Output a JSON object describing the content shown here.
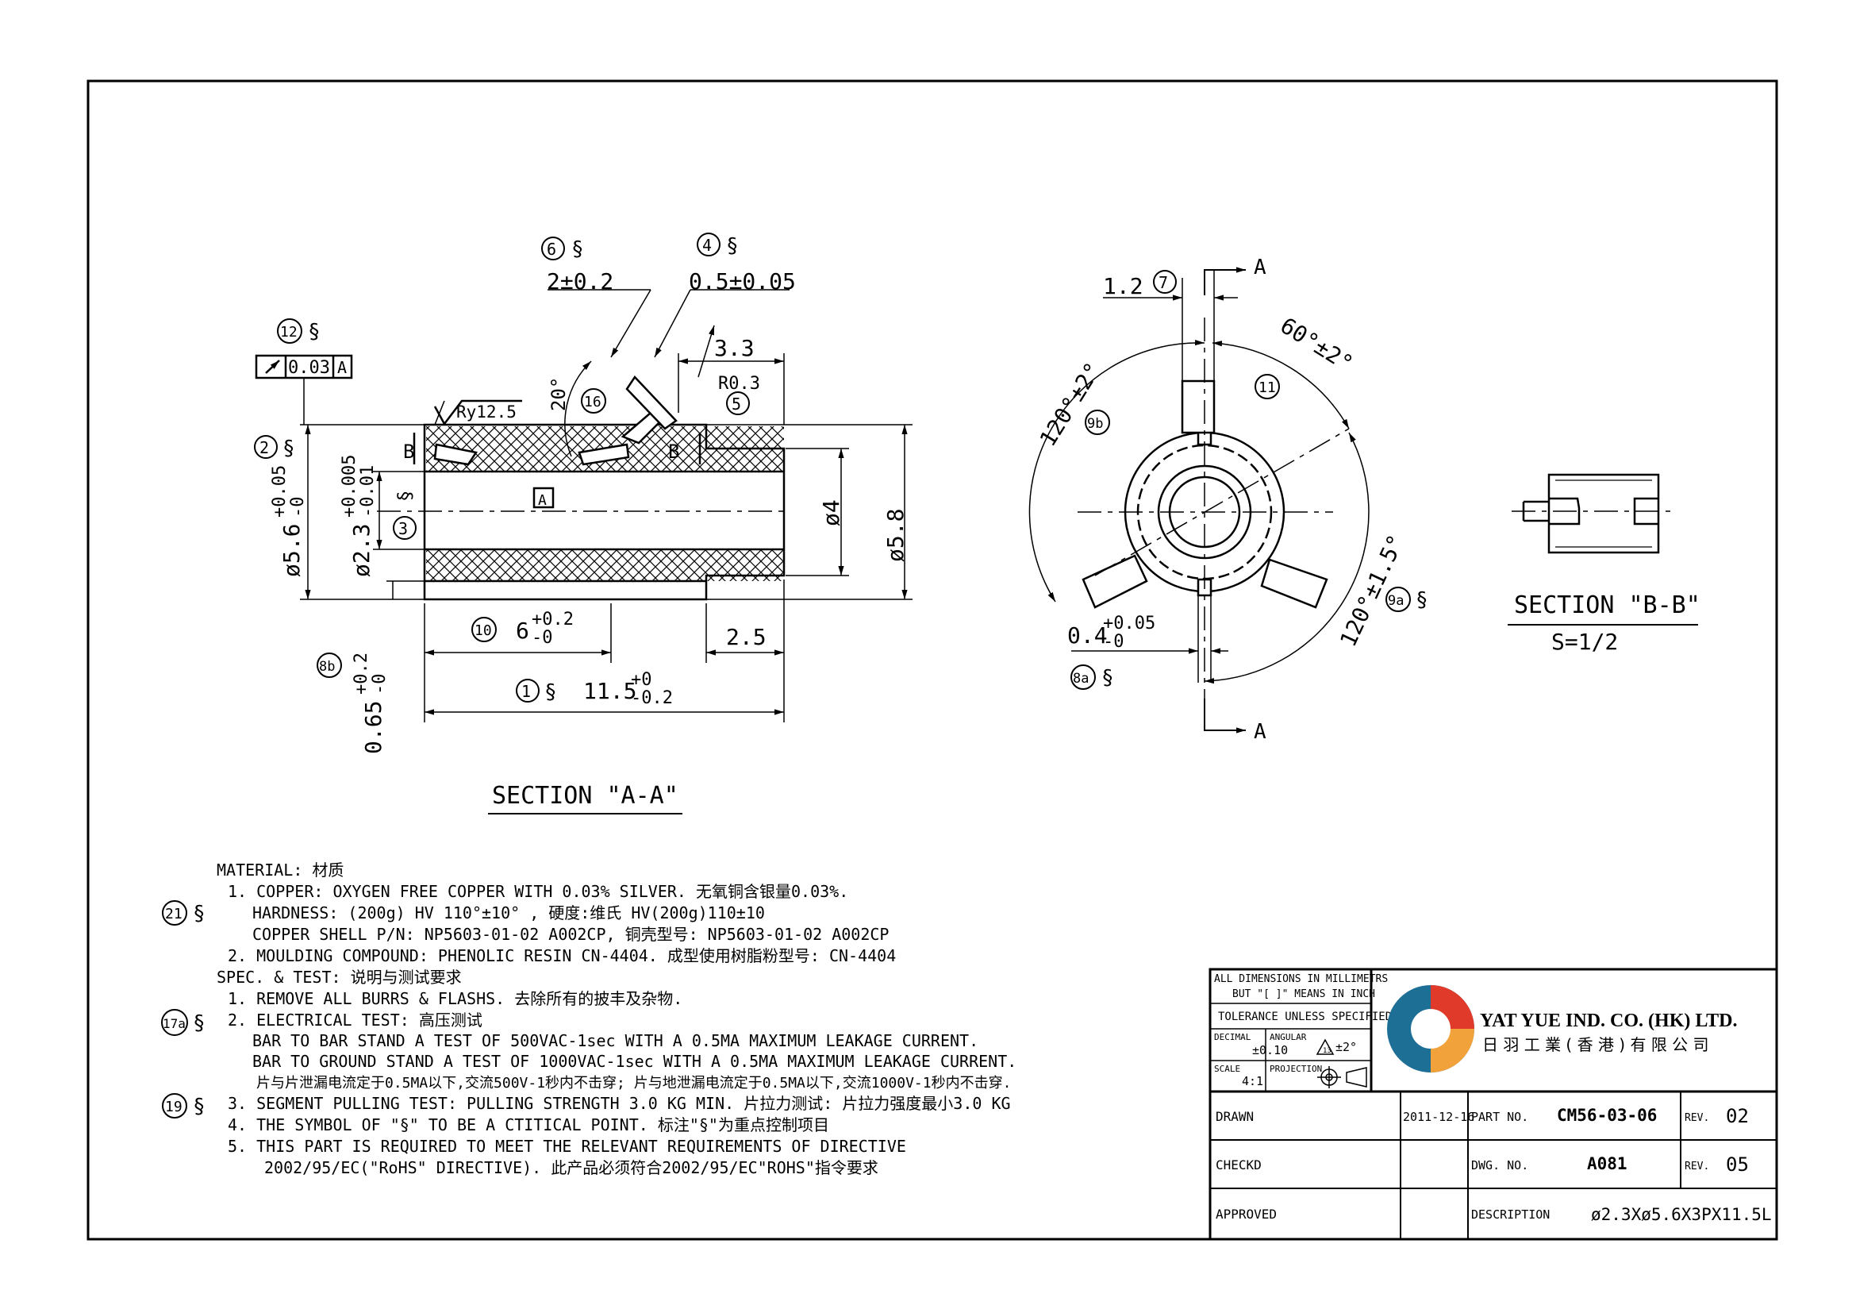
{
  "section_aa": {
    "title": "SECTION \"A-A\"",
    "dims": {
      "d_2": "2±0.2",
      "d_05": "0.5±0.05",
      "d_33": "3.3",
      "r03": "R0.3",
      "ang20": "20°",
      "ry": "Ry12.5",
      "runout_val": "0.03",
      "runout_ref": "A",
      "dia4": "ø4",
      "dia58": "ø5.8",
      "dia56": "ø5.6",
      "dia56_tol_up": "+0.05",
      "dia56_tol_lo": "-0",
      "dia23": "ø2.3",
      "dia23_tol_up": "+0.005",
      "dia23_tol_lo": "-0.01",
      "len6": "6",
      "len6_tol_up": "+0.2",
      "len6_tol_lo": "-0",
      "len25": "2.5",
      "len115": "11.5",
      "len115_tol_up": "+0",
      "len115_tol_lo": "-0.2",
      "d065": "0.65",
      "d065_tol_up": "+0.2",
      "d065_tol_lo": "-0",
      "datum": "A",
      "cut_b": "B"
    },
    "balloons": {
      "b6": "6",
      "b4": "4",
      "b12": "12",
      "b2": "2",
      "b3": "3",
      "b16": "16",
      "b5": "5",
      "b10": "10",
      "b1": "1",
      "b8b": "8b"
    },
    "critical": "§"
  },
  "end_view": {
    "dims": {
      "d12": "1.2",
      "a60": "60°±2°",
      "a120a": "120°±2°",
      "a120b": "120°±1.5°",
      "d04": "0.4",
      "d04_tol_up": "+0.05",
      "d04_tol_lo": "-0",
      "cut_a": "A"
    },
    "balloons": {
      "b7": "7",
      "b11": "11",
      "b9b": "9b",
      "b9a": "9a",
      "b8a": "8a"
    }
  },
  "section_bb": {
    "title": "SECTION \"B-B\"",
    "scale": "S=1/2"
  },
  "notes": {
    "lines": [
      "MATERIAL: 材质",
      "1. COPPER: OXYGEN FREE COPPER WITH 0.03% SILVER. 无氧铜含银量0.03%.",
      "HARDNESS: (200g) HV 110°±10° ,   硬度:维氏 HV(200g)110±10",
      "COPPER SHELL P/N: NP5603-01-02 A002CP,  铜壳型号: NP5603-01-02 A002CP",
      "2. MOULDING COMPOUND: PHENOLIC RESIN CN-4404. 成型使用树脂粉型号: CN-4404",
      "SPEC. & TEST: 说明与测试要求",
      "1. REMOVE ALL BURRS & FLASHS. 去除所有的披丰及杂物.",
      "2. ELECTRICAL TEST: 高压测试",
      "BAR TO BAR STAND A TEST OF 500VAC-1sec WITH A 0.5MA MAXIMUM LEAKAGE CURRENT.",
      "BAR TO GROUND STAND A TEST OF 1000VAC-1sec WITH A 0.5MA MAXIMUM LEAKAGE CURRENT.",
      "片与片泄漏电流定于0.5MA以下,交流500V-1秒内不击穿;     片与地泄漏电流定于0.5MA以下,交流1000V-1秒内不击穿.",
      "3. SEGMENT PULLING TEST:  PULLING STRENGTH 3.0 KG MIN. 片拉力测试: 片拉力强度最小3.0 KG",
      "4. THE SYMBOL OF \"§\" TO BE A CTITICAL POINT. 标注\"§\"为重点控制项目",
      "5. THIS PART IS REQUIRED TO MEET THE RELEVANT REQUIREMENTS OF DIRECTIVE",
      "2002/95/EC(\"RoHS\" DIRECTIVE).   此产品必须符合2002/95/EC\"ROHS\"指令要求"
    ],
    "balloons": {
      "b21": "21",
      "b17a": "17a",
      "b19": "19"
    }
  },
  "title_block": {
    "units_1": "ALL DIMENSIONS IN MILLIMETRS",
    "units_2": "BUT \"[ ]\" MEANS IN INCH",
    "tol_label": "TOLERANCE UNLESS SPECIFIED",
    "decimal_label": "DECIMAL",
    "decimal_val": "±0.10",
    "angular_label": "ANGULAR",
    "angular_val": "±2°",
    "scale_label": "SCALE",
    "scale_val": "4:1",
    "projection_label": "PROJECTION",
    "company": "YAT YUE IND. CO. (HK) LTD.",
    "company_cn": "日 羽 工 業 ( 香 港 ) 有 限 公 司",
    "drawn_label": "DRAWN",
    "checkd_label": "CHECKD",
    "approved_label": "APPROVED",
    "date": "2011-12-16",
    "part_no_label": "PART NO.",
    "part_no": "CM56-03-06",
    "rev_label": "REV.",
    "rev1": "02",
    "dwg_no_label": "DWG. NO.",
    "dwg_no": "A081",
    "rev2": "05",
    "desc_label": "DESCRIPTION",
    "desc": "ø2.3Xø5.6X3PX11.5L"
  },
  "colors": {
    "logo_red": "#e03a2a",
    "logo_blue": "#1e6f95",
    "logo_orange": "#f2a23a"
  }
}
